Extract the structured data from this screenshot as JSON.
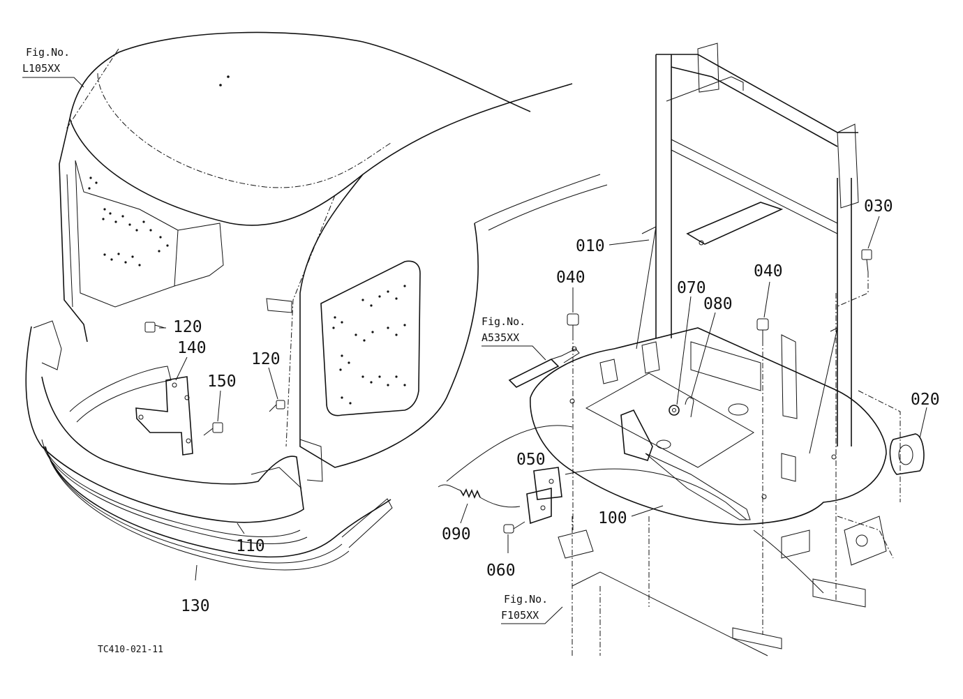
{
  "figure_refs": [
    {
      "id": "L105XX",
      "line1": "Fig.No.",
      "line2": "L105XX"
    },
    {
      "id": "A535XX",
      "line1": "Fig.No.",
      "line2": "A535XX"
    },
    {
      "id": "F105XX",
      "line1": "Fig.No.",
      "line2": "F105XX"
    }
  ],
  "part_callouts": [
    {
      "id": "010",
      "label": "010"
    },
    {
      "id": "020",
      "label": "020"
    },
    {
      "id": "030",
      "label": "030"
    },
    {
      "id": "040a",
      "label": "040"
    },
    {
      "id": "040b",
      "label": "040"
    },
    {
      "id": "050",
      "label": "050"
    },
    {
      "id": "060",
      "label": "060"
    },
    {
      "id": "070",
      "label": "070"
    },
    {
      "id": "080",
      "label": "080"
    },
    {
      "id": "090",
      "label": "090"
    },
    {
      "id": "100",
      "label": "100"
    },
    {
      "id": "110",
      "label": "110"
    },
    {
      "id": "120a",
      "label": "120"
    },
    {
      "id": "120b",
      "label": "120"
    },
    {
      "id": "130",
      "label": "130"
    },
    {
      "id": "140",
      "label": "140"
    },
    {
      "id": "150",
      "label": "150"
    }
  ],
  "drawing_code": "TC410-021-11"
}
